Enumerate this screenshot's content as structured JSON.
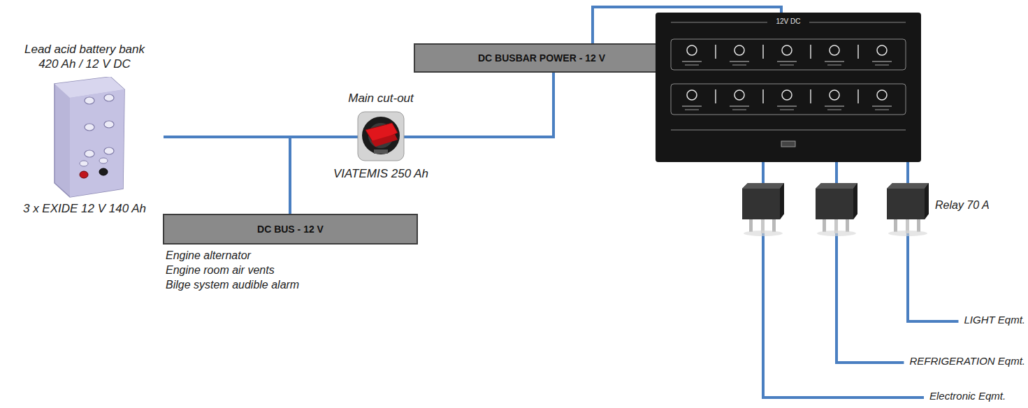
{
  "diagram": {
    "nodes": [
      {
        "text": [
          "Lead acid battery bank 420 Ah / 12 V DC",
          "3 x EXIDE 12 V 140 Ah"
        ]
      },
      {
        "text": [
          "Main cut-out",
          "VIATEMIS 250 Ah"
        ]
      },
      {
        "text": [
          "DC BUSBAR POWER - 12 V"
        ]
      },
      {
        "text": [
          "12V DC"
        ]
      },
      {
        "text": [
          "DC BUS - 12 V"
        ]
      }
    ],
    "edges": [
      {
        "from": 0,
        "to": 1,
        "arrow": "none"
      },
      {
        "from": 1,
        "to": 2,
        "arrow": "none"
      },
      {
        "from": 2,
        "to": 3,
        "arrow": "none"
      },
      {
        "from": 0,
        "to": 4,
        "arrow": "none"
      }
    ],
    "labels": [
      "Engine alternator",
      "Engine room air vents",
      "Bilge system audible alarm",
      "Relay 70 A",
      "LIGHT Eqmt.",
      "REFRIGERATION Eqmt.",
      "Electronic Eqmt."
    ]
  }
}
